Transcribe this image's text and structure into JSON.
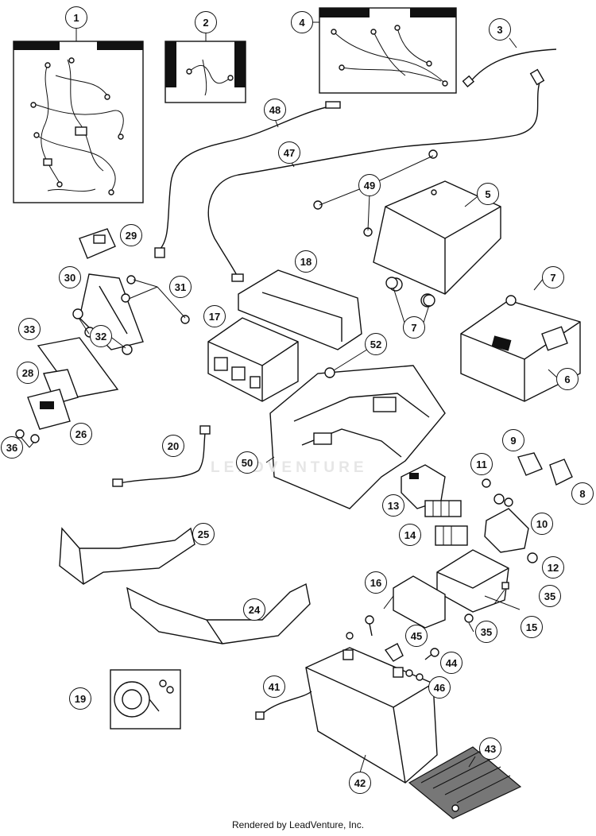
{
  "callouts": [
    {
      "id": "c1",
      "label": "1"
    },
    {
      "id": "c2",
      "label": "2"
    },
    {
      "id": "c3",
      "label": "3"
    },
    {
      "id": "c4",
      "label": "4"
    },
    {
      "id": "c5",
      "label": "5"
    },
    {
      "id": "c6",
      "label": "6"
    },
    {
      "id": "c7a",
      "label": "7"
    },
    {
      "id": "c7b",
      "label": "7"
    },
    {
      "id": "c8",
      "label": "8"
    },
    {
      "id": "c9",
      "label": "9"
    },
    {
      "id": "c10",
      "label": "10"
    },
    {
      "id": "c11",
      "label": "11"
    },
    {
      "id": "c12",
      "label": "12"
    },
    {
      "id": "c13",
      "label": "13"
    },
    {
      "id": "c14",
      "label": "14"
    },
    {
      "id": "c15",
      "label": "15"
    },
    {
      "id": "c16",
      "label": "16"
    },
    {
      "id": "c17",
      "label": "17"
    },
    {
      "id": "c18",
      "label": "18"
    },
    {
      "id": "c19",
      "label": "19"
    },
    {
      "id": "c20",
      "label": "20"
    },
    {
      "id": "c24",
      "label": "24"
    },
    {
      "id": "c25",
      "label": "25"
    },
    {
      "id": "c26",
      "label": "26"
    },
    {
      "id": "c28",
      "label": "28"
    },
    {
      "id": "c29",
      "label": "29"
    },
    {
      "id": "c30",
      "label": "30"
    },
    {
      "id": "c31",
      "label": "31"
    },
    {
      "id": "c32",
      "label": "32"
    },
    {
      "id": "c33",
      "label": "33"
    },
    {
      "id": "c35a",
      "label": "35"
    },
    {
      "id": "c35b",
      "label": "35"
    },
    {
      "id": "c36",
      "label": "36"
    },
    {
      "id": "c41",
      "label": "41"
    },
    {
      "id": "c42",
      "label": "42"
    },
    {
      "id": "c43",
      "label": "43"
    },
    {
      "id": "c44",
      "label": "44"
    },
    {
      "id": "c45",
      "label": "45"
    },
    {
      "id": "c46",
      "label": "46"
    },
    {
      "id": "c47",
      "label": "47"
    },
    {
      "id": "c48",
      "label": "48"
    },
    {
      "id": "c49",
      "label": "49"
    },
    {
      "id": "c50",
      "label": "50"
    },
    {
      "id": "c52",
      "label": "52"
    }
  ],
  "watermark": "LEADVENTURE",
  "footer": "Rendered by LeadVenture, Inc."
}
